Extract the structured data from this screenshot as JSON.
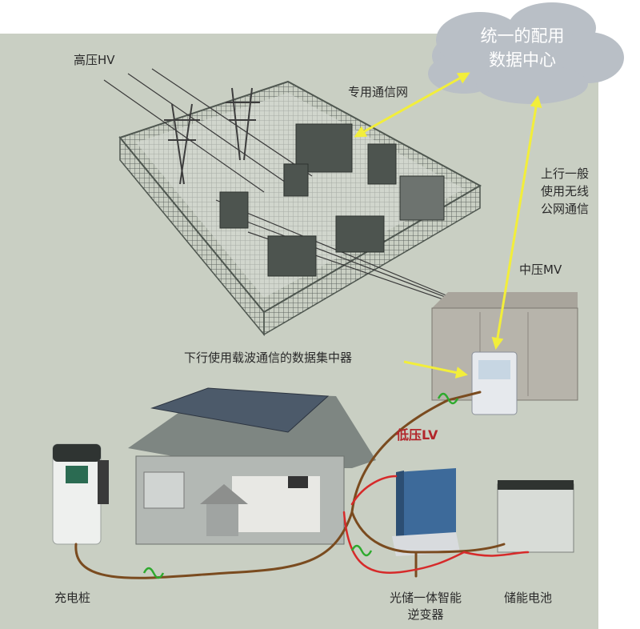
{
  "labels": {
    "hv": "高压HV",
    "cloud_line1": "统一的配用",
    "cloud_line2": "数据中心",
    "dedicated_network": "专用通信网",
    "uplink_line1": "上行一般",
    "uplink_line2": "使用无线",
    "uplink_line3": "公网通信",
    "mv": "中压MV",
    "downlink": "下行使用载波通信的数据集中器",
    "lv": "低压LV",
    "charging_pile": "充电桩",
    "inverter_line1": "光储一体智能",
    "inverter_line2": "逆变器",
    "battery": "储能电池"
  },
  "colors": {
    "background": "#c9cfc3",
    "arrow": "#f2ee3b",
    "cable_brown": "#7a4b1f",
    "cable_red": "#d62a2a",
    "carrier_wave": "#2eaa2e",
    "cloud": "#b9bfc6",
    "cloud_text": "#ffffff",
    "lv_label": "#b2262b"
  }
}
